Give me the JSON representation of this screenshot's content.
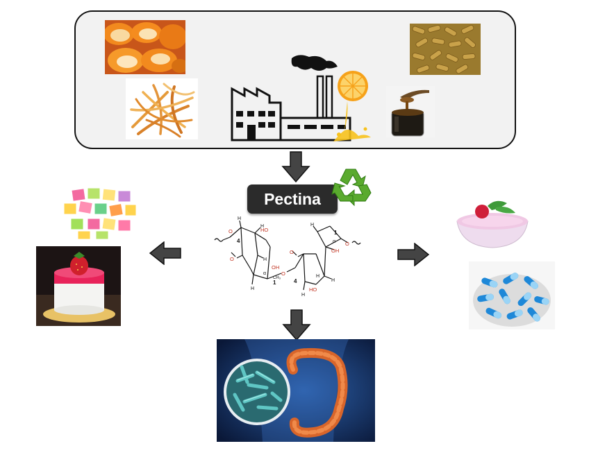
{
  "center": {
    "label": "Pectina"
  },
  "molecule": {
    "ring_numbers": [
      "4",
      "1",
      "1",
      "4"
    ],
    "anomeric": [
      "α",
      "α"
    ],
    "atoms_o": [
      "O",
      "O",
      "O",
      "O",
      "HO",
      "OH",
      "OH",
      "HO",
      "O"
    ],
    "atoms_h": [
      "H",
      "H",
      "H",
      "H",
      "H",
      "H",
      "H",
      "H"
    ],
    "methyl": "CH₃"
  },
  "icons": {
    "source_box": "raw-materials-frame",
    "factory": "factory-icon",
    "recycle": "recycle-icon",
    "arrows": [
      "arrow-down-icon",
      "arrow-left-icon",
      "arrow-right-icon",
      "arrow-down-icon"
    ]
  },
  "colors": {
    "arrow": "#444444",
    "label_bg": "#2b2b2b",
    "recycle": "#5aaa2e"
  }
}
